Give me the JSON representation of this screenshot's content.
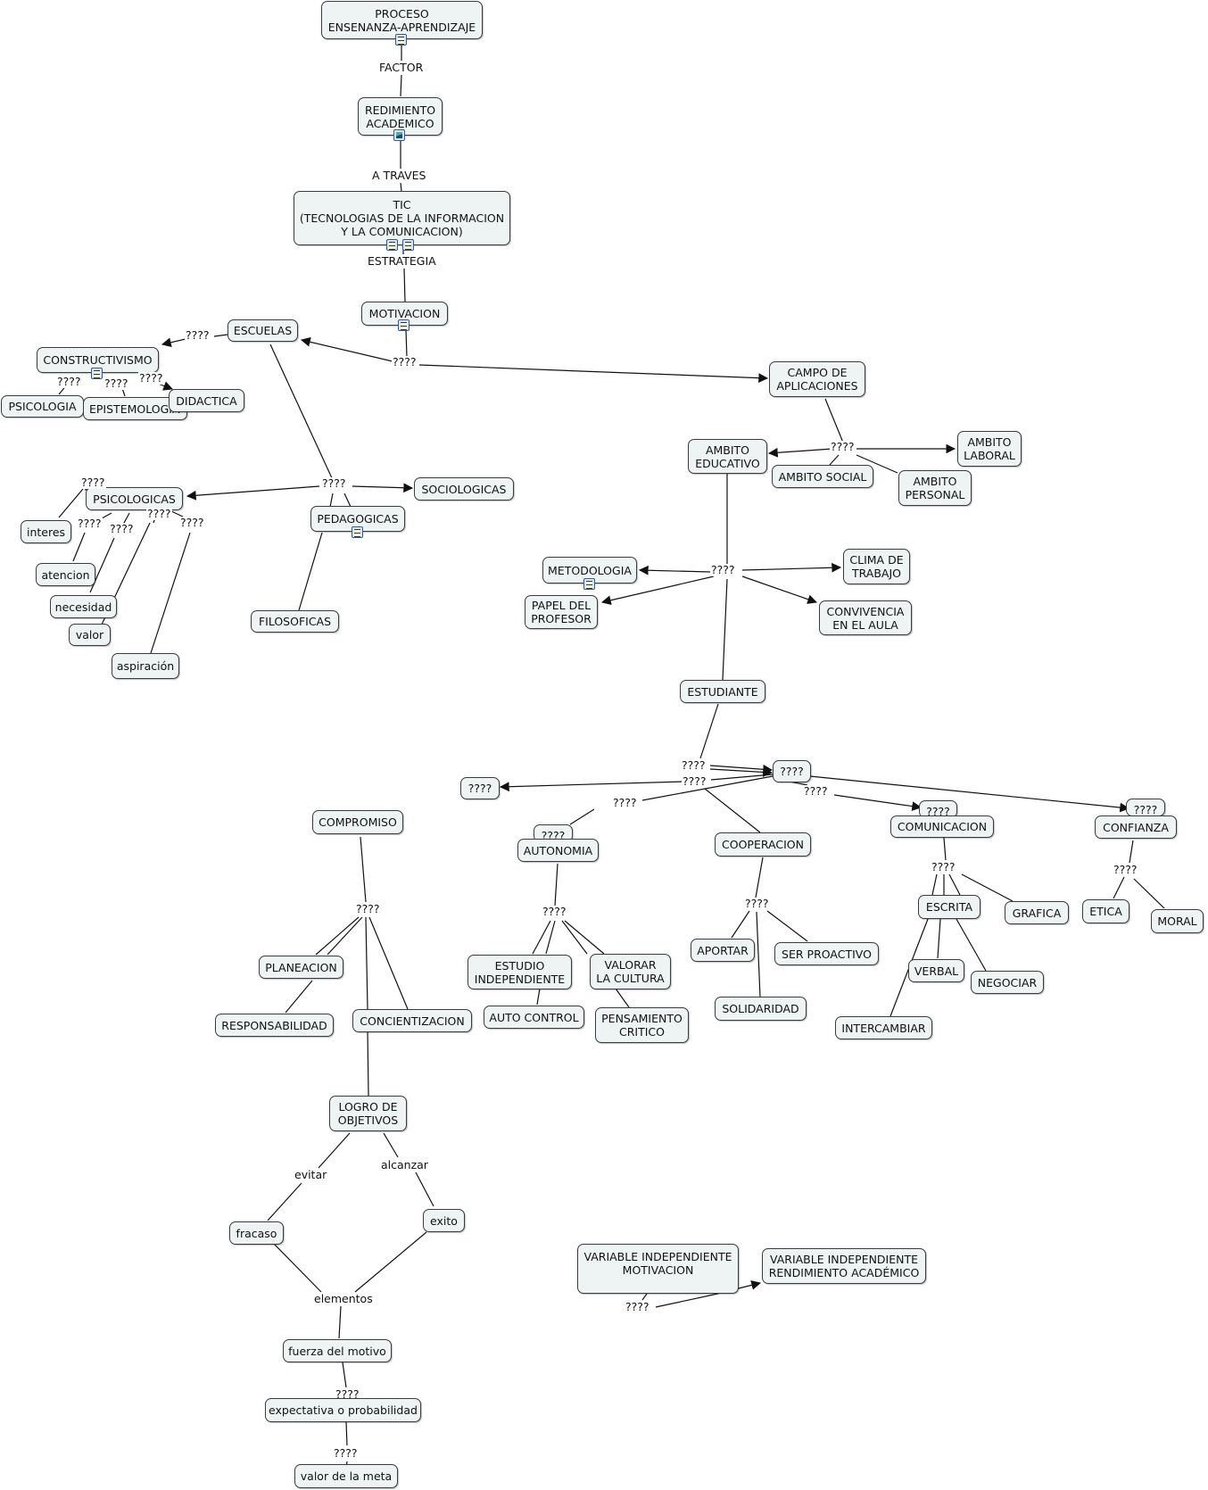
{
  "nodes": {
    "proceso": "PROCESO\nENSENANZA-APRENDIZAJE",
    "rendimiento": "REDIMIENTO\nACADEMICO",
    "tic": "TIC\n(TECNOLOGIAS DE LA INFORMACION\nY LA COMUNICACION)",
    "motivacion": "MOTIVACION",
    "escuelas": "ESCUELAS",
    "constructivismo": "CONSTRUCTIVISMO",
    "psicologia": "PSICOLOGIA",
    "epistemologia": "EPISTEMOLOGIA",
    "didactica": "DIDACTICA",
    "campo": "CAMPO DE\nAPLICACIONES",
    "ambito_educativo": "AMBITO\nEDUCATIVO",
    "ambito_social": "AMBITO SOCIAL",
    "ambito_laboral": "AMBITO\nLABORAL",
    "ambito_personal": "AMBITO\nPERSONAL",
    "psicologicas": "PSICOLOGICAS",
    "sociologicas": "SOCIOLOGICAS",
    "pedagogicas": "PEDAGOGICAS",
    "filosoficas": "FILOSOFICAS",
    "interes": "interes",
    "atencion": "atencion",
    "necesidad": "necesidad",
    "valor": "valor",
    "aspiracion": "aspiración",
    "metodologia": "METODOLOGIA",
    "clima": "CLIMA DE\nTRABAJO",
    "papel": "PAPEL DEL\nPROFESOR",
    "convivencia": "CONVIVENCIA\nEN EL AULA",
    "estudiante": "ESTUDIANTE",
    "q_center": "????",
    "q_left": "????",
    "q_autonomia": "????",
    "autonomia": "AUTONOMIA",
    "cooperacion": "COOPERACION",
    "q_comunicacion": "????",
    "comunicacion": "COMUNICACION",
    "q_confianza": "????",
    "confianza": "CONFIANZA",
    "estudio": "ESTUDIO\nINDEPENDIENTE",
    "valorar": "VALORAR\nLA CULTURA",
    "autocontrol": "AUTO CONTROL",
    "pensamiento": "PENSAMIENTO\nCRITICO",
    "aportar": "APORTAR",
    "proactivo": "SER PROACTIVO",
    "solidaridad": "SOLIDARIDAD",
    "escrita": "ESCRITA",
    "grafica": "GRAFICA",
    "verbal": "VERBAL",
    "negociar": "NEGOCIAR",
    "intercambiar": "INTERCAMBIAR",
    "etica": "ETICA",
    "moral": "MORAL",
    "compromiso": "COMPROMISO",
    "planeacion": "PLANEACION",
    "responsabilidad": "RESPONSABILIDAD",
    "concientizacion": "CONCIENTIZACION",
    "logro": "LOGRO DE\nOBJETIVOS",
    "fracaso": "fracaso",
    "exito": "exito",
    "fuerza": "fuerza del motivo",
    "expectativa": "expectativa o probabilidad",
    "valor_meta": "valor de la meta",
    "var_motivacion": "VARIABLE INDEPENDIENTE\nMOTIVACION",
    "var_rendimiento": "VARIABLE INDEPENDIENTE\nRENDIMIENTO ACADÉMICO"
  },
  "labels": {
    "factor": "FACTOR",
    "a_traves": "A TRAVES",
    "estrategia": "ESTRATEGIA",
    "l_motiv": "????",
    "l_escuelas": "????",
    "l_psico": "????",
    "l_epist": "????",
    "l_didac": "????",
    "l_campo": "????",
    "l_ramas": "????",
    "l_interes": "????",
    "l_atencion": "????",
    "l_necesidad": "????",
    "l_valor": "????",
    "l_aspiracion": "????",
    "l_educ": "????",
    "l_est1": "????",
    "l_est2": "????",
    "l_aut": "????",
    "l_com": "????",
    "l_aut2": "????",
    "l_coop": "????",
    "l_com2": "????",
    "l_conf": "????",
    "l_comp": "????",
    "evitar": "evitar",
    "alcanzar": "alcanzar",
    "elementos": "elementos",
    "l_fuerza": "????",
    "l_expect": "????",
    "l_var": "????"
  },
  "colors": {
    "node_bg": "#eef3f4",
    "border": "#3c3c3c",
    "line": "#111111"
  }
}
